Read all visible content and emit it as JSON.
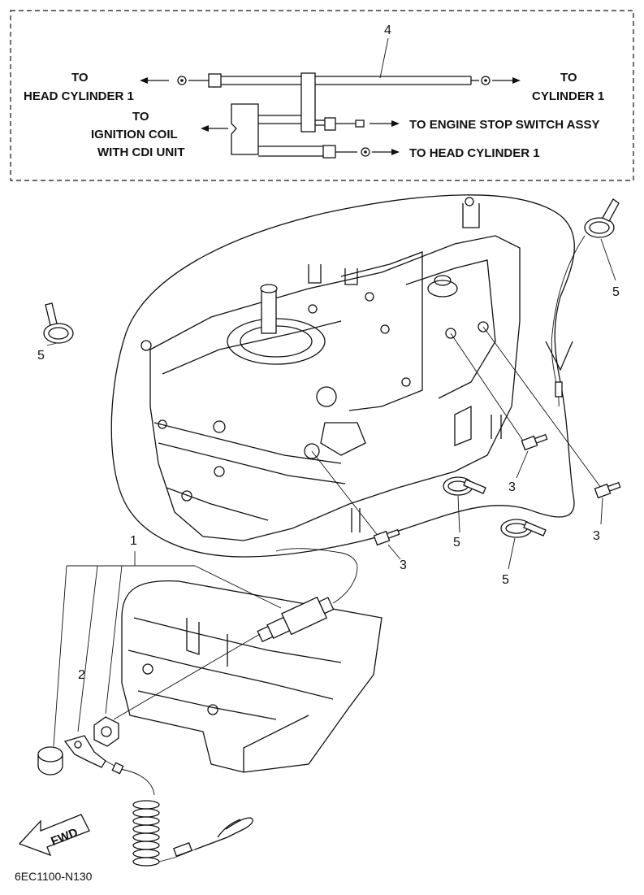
{
  "wiring": {
    "part_number": "4",
    "left_to": "TO",
    "left_dest": "HEAD CYLINDER 1",
    "right_to": "TO",
    "right_dest": "CYLINDER 1",
    "coil_to": "TO",
    "coil_line1": "IGNITION COIL",
    "coil_line2": "WITH CDI UNIT",
    "stop_switch": "TO ENGINE STOP SWITCH ASSY",
    "head_cyl": "TO HEAD CYLINDER 1"
  },
  "callouts": {
    "switch": "1",
    "clip": "2",
    "bolt": "3",
    "clamp": "5"
  },
  "footer": {
    "fwd_label": "FWD",
    "diagram_code": "6EC1100-N130"
  }
}
